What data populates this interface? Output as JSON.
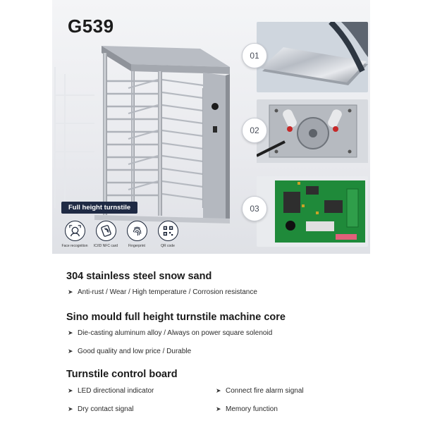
{
  "header": {
    "model": "G539"
  },
  "hero": {
    "tag": "Full height turnstile",
    "modes": [
      {
        "label": "Face recognition",
        "icon": "face-recognition-icon"
      },
      {
        "label": "IC/ID NFC card",
        "icon": "nfc-card-icon"
      },
      {
        "label": "Fingerprint",
        "icon": "fingerprint-icon"
      },
      {
        "label": "QR code",
        "icon": "qr-code-icon"
      }
    ]
  },
  "features": [
    {
      "number": "01"
    },
    {
      "number": "02"
    },
    {
      "number": "03"
    }
  ],
  "sections": [
    {
      "title": "304 stainless steel snow sand",
      "bullets": [
        "Anti-rust / Wear / High temperature / Corrosion resistance"
      ]
    },
    {
      "title": "Sino mould full height turnstile machine core",
      "bullets": [
        "Die-casting aluminum alloy / Always on power square solenoid",
        "Good quality and low price / Durable"
      ]
    },
    {
      "title": "Turnstile control board",
      "bullets": [
        "LED directional indicator",
        "Connect fire alarm signal",
        "Dry contact signal",
        "Memory function"
      ]
    }
  ],
  "colors": {
    "navy": "#1f2a44",
    "board_green": "#1f8a3a"
  }
}
